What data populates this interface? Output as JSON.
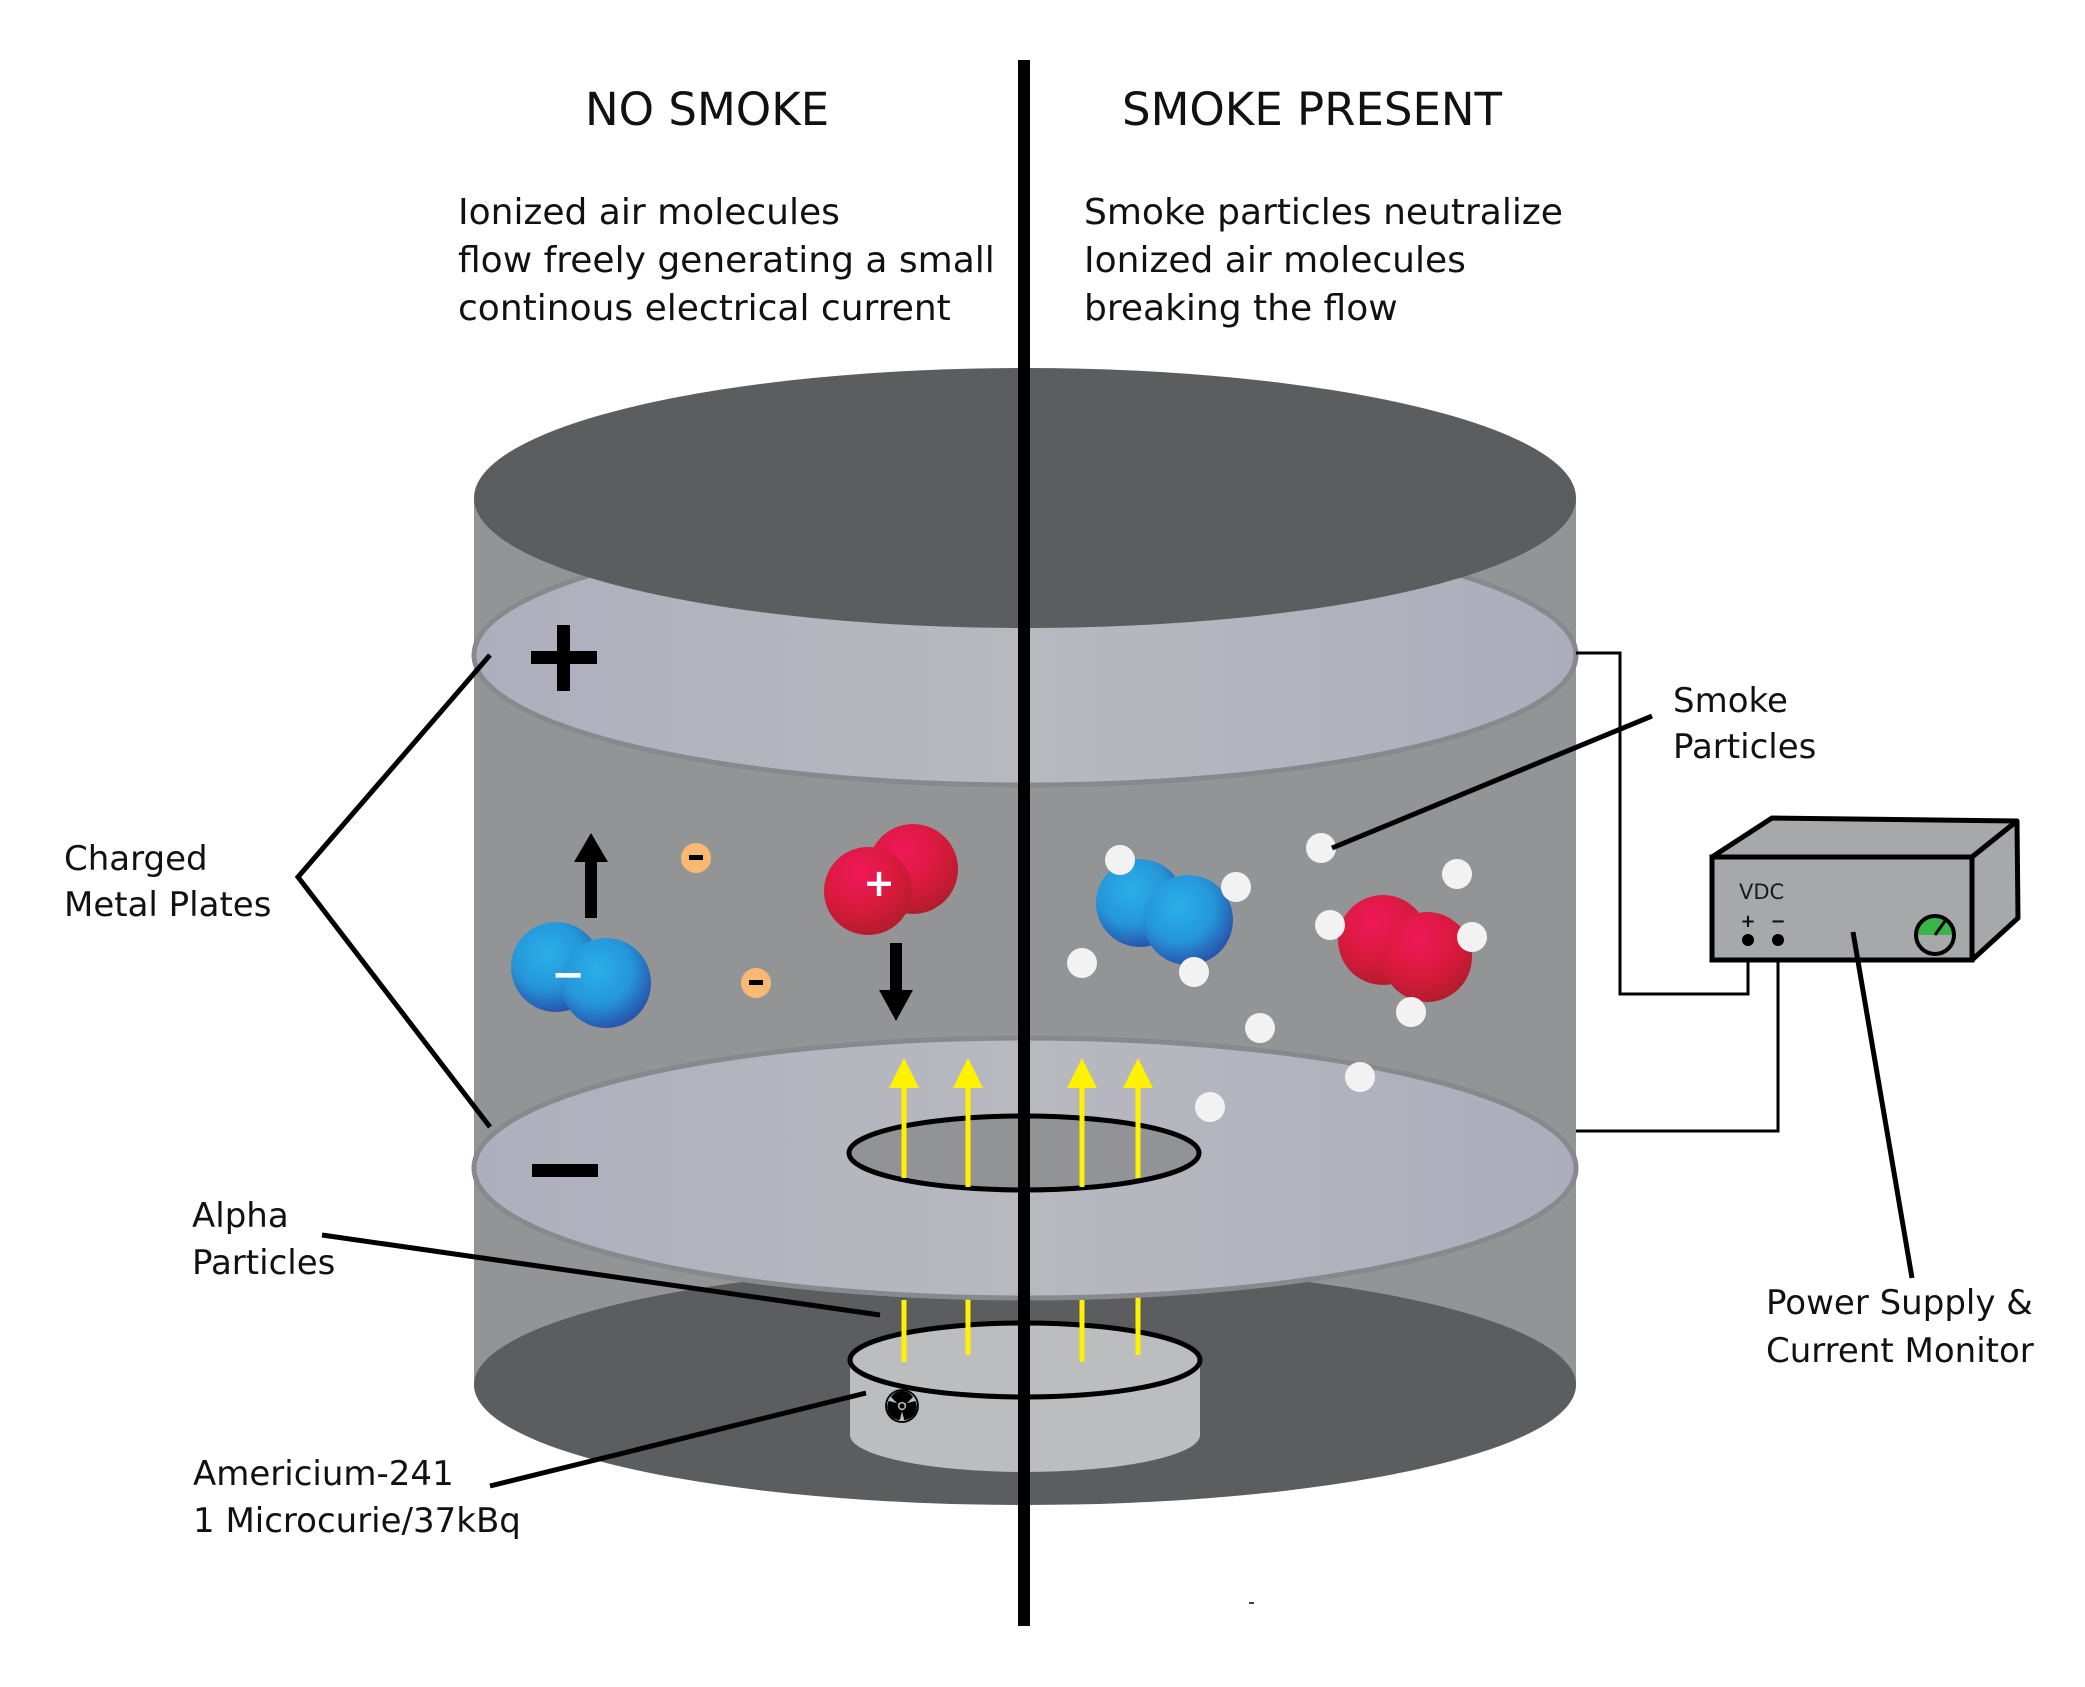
{
  "panels": {
    "left": {
      "heading": "NO SMOKE",
      "description": [
        "Ionized air molecules",
        "flow freely generating a small",
        "continous electrical current"
      ]
    },
    "right": {
      "heading": "SMOKE PRESENT",
      "description": [
        "Smoke particles neutralize",
        "Ionized air molecules",
        "breaking the flow"
      ]
    }
  },
  "labels": {
    "charged_plates": [
      "Charged",
      "Metal Plates"
    ],
    "alpha_particles": [
      "Alpha",
      "Particles"
    ],
    "source": [
      "Americium-241",
      "1 Microcurie/37kBq"
    ],
    "smoke_particles": [
      "Smoke",
      "Particles"
    ],
    "power_supply": [
      "Power Supply &",
      "Current Monitor"
    ]
  },
  "plate_signs": {
    "upper": "+",
    "lower": "−"
  },
  "power_supply": {
    "display_label": "VDC",
    "terminal_positive": "+",
    "terminal_negative": "−"
  },
  "ions": {
    "negative_sign": "−",
    "positive_sign": "+",
    "electron_sign": "-"
  },
  "colors": {
    "background": "#ffffff",
    "cylinder_wall": "#939496",
    "cylinder_cap": "#5c5d5f",
    "plate": "#b2b3bf",
    "plate_edge": "#88898e",
    "alpha": "#fff200",
    "negative_ion": "#2a8fd8",
    "positive_ion": "#d81e3e",
    "electron": "#f9b974",
    "smoke_particle": "#f2f2f2",
    "box": "#a7a8aa",
    "gauge_green": "#3ab54a"
  },
  "icons": {
    "radiation": "radiation-trefoil-icon"
  }
}
